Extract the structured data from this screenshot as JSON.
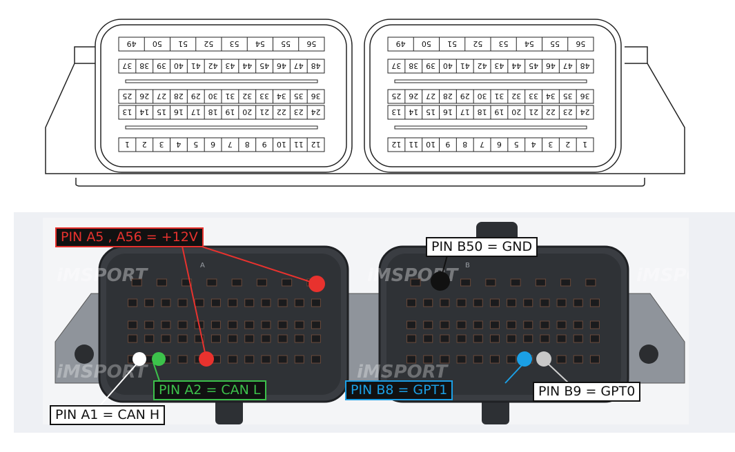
{
  "connector_a": {
    "rows": [
      [
        "49",
        "50",
        "51",
        "52",
        "53",
        "54",
        "55",
        "56"
      ],
      [
        "37",
        "38",
        "39",
        "40",
        "41",
        "42",
        "43",
        "44",
        "45",
        "46",
        "47",
        "48"
      ],
      [
        "25",
        "26",
        "27",
        "28",
        "29",
        "30",
        "31",
        "32",
        "33",
        "34",
        "35",
        "36"
      ],
      [
        "13",
        "14",
        "15",
        "16",
        "17",
        "18",
        "19",
        "20",
        "21",
        "22",
        "23",
        "24"
      ],
      [
        "1",
        "2",
        "3",
        "4",
        "5",
        "6",
        "7",
        "8",
        "9",
        "10",
        "11",
        "12"
      ]
    ]
  },
  "connector_b": {
    "rows": [
      [
        "49",
        "50",
        "51",
        "52",
        "53",
        "54",
        "55",
        "56"
      ],
      [
        "37",
        "38",
        "39",
        "40",
        "41",
        "42",
        "43",
        "44",
        "45",
        "46",
        "47",
        "48"
      ],
      [
        "25",
        "26",
        "27",
        "28",
        "29",
        "30",
        "31",
        "32",
        "33",
        "34",
        "35",
        "36"
      ],
      [
        "13",
        "14",
        "15",
        "16",
        "17",
        "18",
        "19",
        "20",
        "21",
        "22",
        "23",
        "24"
      ],
      [
        "12",
        "11",
        "10",
        "9",
        "8",
        "7",
        "6",
        "5",
        "4",
        "3",
        "2",
        "1"
      ]
    ]
  },
  "photo": {
    "watermark": "iMSPORT",
    "block_a_label": "A",
    "block_b_label": "B"
  },
  "callouts": {
    "power": "PIN A5 , A56 = +12V",
    "ground": "PIN B50 = GND",
    "can_l": "PIN A2 = CAN L",
    "can_h": "PIN A1 = CAN H",
    "gpt1": "PIN B8 = GPT1",
    "gpt0": "PIN B9 = GPT0"
  },
  "colors": {
    "power": "#e8322e",
    "ground": "#111111",
    "can_l": "#3cc24b",
    "can_h": "#ffffff",
    "gpt1": "#1ba0e6",
    "gpt0": "#c8c8c8"
  }
}
